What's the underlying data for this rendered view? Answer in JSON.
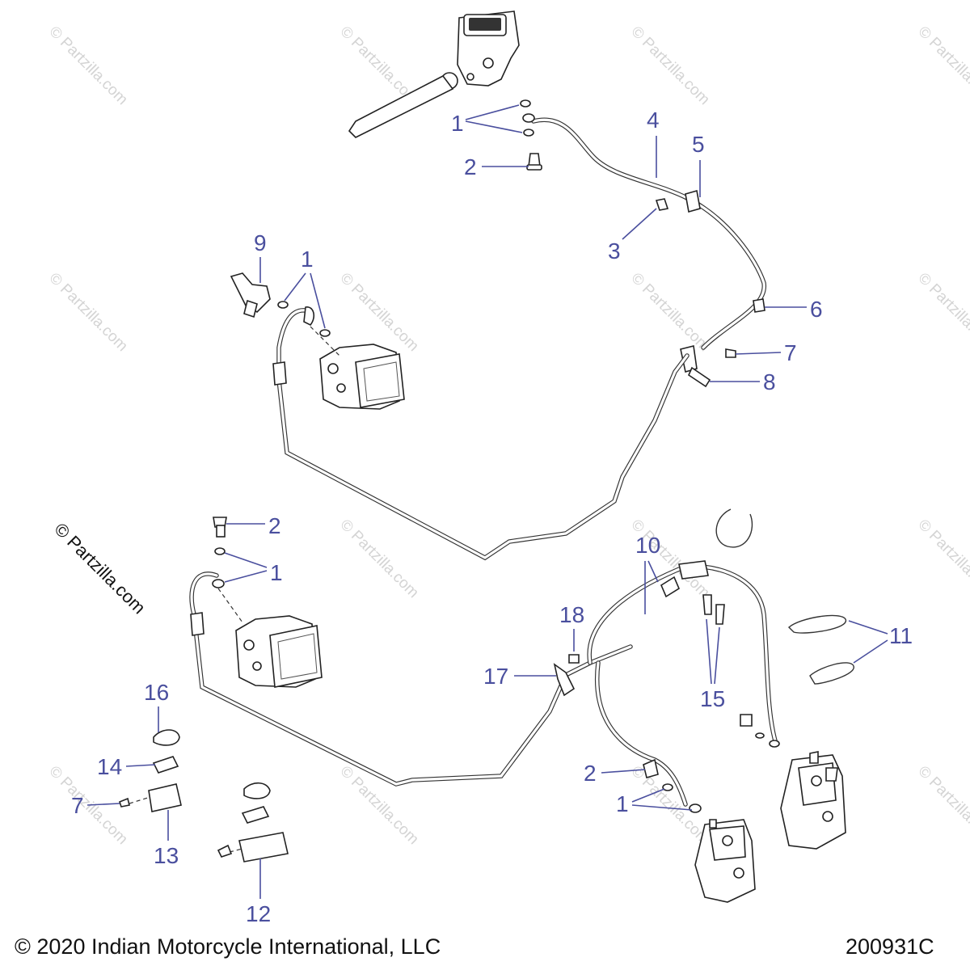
{
  "watermark": {
    "text": "© Partzilla.com",
    "side_text": "© Partzilla.com"
  },
  "footer": {
    "copyright": "© 2020 Indian Motorcycle International, LLC",
    "diagram_id": "200931C"
  },
  "callouts": {
    "c1a": "1",
    "c2a": "2",
    "c3": "3",
    "c4": "4",
    "c5": "5",
    "c6": "6",
    "c7a": "7",
    "c8": "8",
    "c9": "9",
    "c1b": "1",
    "c2b": "2",
    "c1c": "1",
    "c10": "10",
    "c11": "11",
    "c18": "18",
    "c17": "17",
    "c15": "15",
    "c16": "16",
    "c14": "14",
    "c7b": "7",
    "c13": "13",
    "c12": "12",
    "c2c": "2",
    "c1d": "1"
  }
}
